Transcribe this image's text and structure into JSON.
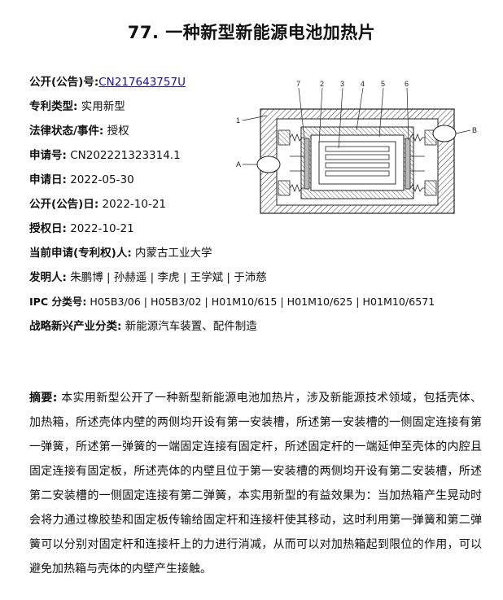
{
  "title": "77. 一种新型新能源电池加热片",
  "fields": [
    {
      "label": "公开(公告)号:",
      "value": "CN217643757U",
      "link": true
    },
    {
      "label": "专利类型:",
      "value": "实用新型"
    },
    {
      "label": "法律状态/事件:",
      "value": "授权"
    },
    {
      "label": "申请号:",
      "value": "CN202221323314.1"
    },
    {
      "label": "申请日:",
      "value": "2022-05-30"
    },
    {
      "label": "公开(公告)日:",
      "value": "2022-10-21"
    },
    {
      "label": "授权日:",
      "value": "2022-10-21"
    },
    {
      "label": "当前申请(专利权)人:",
      "value": "内蒙古工业大学"
    },
    {
      "label": "发明人:",
      "value": "朱鹏博 | 孙赫遥 | 李虎 | 王学斌 | 于沛慈"
    },
    {
      "label": "IPC 分类号:",
      "value": "H05B3/06 | H05B3/02 | H01M10/615 | H01M10/625 | H01M10/6571"
    },
    {
      "label": "战略新兴产业分类:",
      "value": "新能源汽车装置、配件制造"
    }
  ],
  "figure_labels": {
    "n1": "1",
    "n2": "2",
    "n3": "3",
    "n4": "4",
    "n5": "5",
    "n6": "6",
    "n7": "7",
    "a": "A",
    "b": "B"
  },
  "abstract": {
    "label": "摘要:",
    "text": " 本实用新型公开了一种新型新能源电池加热片，涉及新能源技术领域，包括壳体、加热箱，所述壳体内壁的两侧均开设有第一安装槽，所述第一安装槽的一侧固定连接有第一弹簧，所述第一弹簧的一端固定连接有固定杆，所述固定杆的一端延伸至壳体的内腔且固定连接有固定板，所述壳体的内壁且位于第一安装槽的两侧均开设有第二安装槽，所述第二安装槽的一侧固定连接有第二弹簧，本实用新型的有益效果为：当加热箱产生晃动时会将力通过橡胶垫和固定板传输给固定杆和连接杆使其移动，这时利用第一弹簧和第二弹簧可以分别对固定杆和连接杆上的力进行消减，从而可以对加热箱起到限位的作用，可以避免加热箱与壳体的内壁产生接触。"
  }
}
